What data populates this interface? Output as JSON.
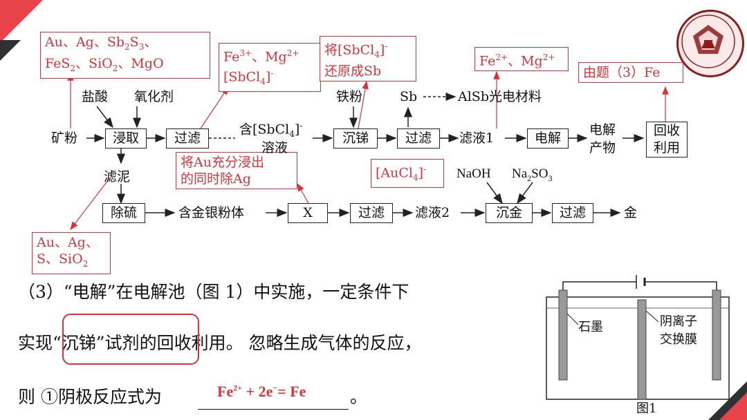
{
  "flow": {
    "ore": "矿粉",
    "acid": "盐酸",
    "oxidant": "氧化剂",
    "leach": "浸取",
    "filter": "过滤",
    "solution_line1": "含[SbCl",
    "solution_sub": "4",
    "solution_sup": "-",
    "solution_line2": "溶液",
    "iron_powder": "铁粉",
    "precip_sb": "沉锑",
    "sb": "Sb",
    "alsb": "AlSb光电材料",
    "filtrate1": "滤液1",
    "electrolysis": "电解",
    "electro_product_1": "电解",
    "electro_product_2": "产物",
    "recycle_1": "回收",
    "recycle_2": "利用",
    "residue": "滤泥",
    "desulfur": "除硫",
    "alloy_powder": "含金银粉体",
    "x_step": "X",
    "filtrate2": "滤液2",
    "naoh": "NaOH",
    "na2so3_a": "Na",
    "na2so3_b": "2",
    "na2so3_c": "SO",
    "na2so3_d": "3",
    "precip_au": "沉金",
    "gold": "金"
  },
  "notes": {
    "ore_comp": {
      "l1_a": "Au、Ag、Sb",
      "l1_sub1": "2",
      "l1_b": "S",
      "l1_sub2": "3",
      "l1_c": "、",
      "l2_a": "FeS",
      "l2_sub1": "2",
      "l2_b": "、SiO",
      "l2_sub2": "2",
      "l2_c": "、MgO"
    },
    "leach_ions": {
      "a": "Fe",
      "a_sup": "3+",
      "b": "、Mg",
      "b_sup": "2+",
      "c": "[SbCl",
      "c_sub": "4",
      "c_end": "]",
      "c_sup": "-"
    },
    "reduce": {
      "l1_a": "将[SbCl",
      "l1_sub": "4",
      "l1_b": "]",
      "l1_sup": "-",
      "l2": "还原成Sb"
    },
    "fe_mg": {
      "a": "Fe",
      "a_sup": "2+",
      "b": "、Mg",
      "b_sup": "2+"
    },
    "from_q3": "由题（3）Fe",
    "leach_au": {
      "l1": "将Au充分浸出",
      "l2": "的同时除Ag"
    },
    "aucl4": {
      "a": "[AuCl",
      "sub": "4",
      "b": "]",
      "sup": "-"
    },
    "residue_comp": {
      "l1": "Au、Ag、",
      "l2_a": "S、SiO",
      "l2_sub": "2"
    }
  },
  "question": {
    "line1": "（3）“电解”在电解池（图 1）中实施，一定条件下",
    "line2_a": "实现“沉锑”试剂",
    "line2_b": "的回收利用。 忽略生成气体的反应，",
    "line3_a": "则 ①阴极反应式为",
    "line3_end": "。",
    "answer_a": "Fe",
    "answer_sup": "2+",
    "answer_b": " + 2e",
    "answer_sup2": "−",
    "answer_c": "= Fe"
  },
  "figure": {
    "graphite": "石墨",
    "membrane_1": "阴离子",
    "membrane_2": "交换膜",
    "caption": "图1"
  },
  "colors": {
    "accent_red": "#d9323a",
    "dark": "#2f3135",
    "corner_red": "#e8424a"
  }
}
